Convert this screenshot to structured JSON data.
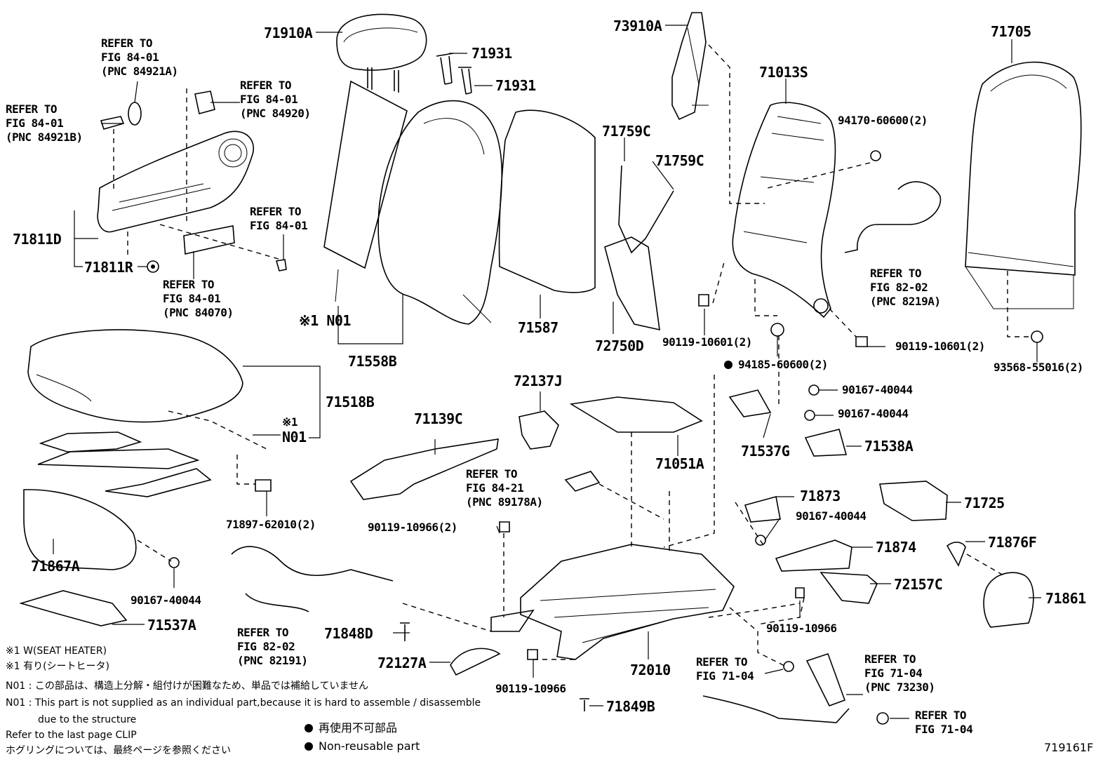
{
  "labels": {
    "p71910A": "71910A",
    "p71931a": "71931",
    "p71931b": "71931",
    "p73910A": "73910A",
    "p71705": "71705",
    "p71013S": "71013S",
    "p94170": "94170-60600(2)",
    "p71759C_a": "71759C",
    "p71759C_b": "71759C",
    "p71811D": "71811D",
    "p71811R": "71811R",
    "p71587": "71587",
    "p72750D": "72750D",
    "p71558B": "71558B",
    "n01_top": "※1 N01",
    "p90119_10601_a": "90119-10601(2)",
    "p90119_10601_b": "90119-10601(2)",
    "p94185": "94185-60600(2)",
    "p93568": "93568-55016(2)",
    "p90167_a": "90167-40044",
    "p90167_b": "90167-40044",
    "p90167_c": "90167-40044",
    "p90167_d": "90167-40044",
    "p72137J": "72137J",
    "p71518B": "71518B",
    "n01_mid_mark": "※1",
    "n01_mid": "N01",
    "p71139C": "71139C",
    "p71051A": "71051A",
    "p71537G": "71537G",
    "p71538A": "71538A",
    "p71873": "71873",
    "p71725": "71725",
    "p71897": "71897-62010(2)",
    "p90119_10966_a": "90119-10966(2)",
    "p71874": "71874",
    "p71876F": "71876F",
    "p71867A": "71867A",
    "p72157C": "72157C",
    "p71861": "71861",
    "p71537A": "71537A",
    "p71848D": "71848D",
    "p90119_10966_b": "90119-10966",
    "p72127A": "72127A",
    "p72010": "72010",
    "p90119_10966_c": "90119-10966",
    "p71849B": "71849B"
  },
  "refers": {
    "r1": "REFER TO\nFIG 84-01\n(PNC 84921A)",
    "r2": "REFER TO\nFIG 84-01\n(PNC 84920)",
    "r3": "REFER TO\nFIG 84-01\n(PNC 84921B)",
    "r4": "REFER TO\nFIG 84-01",
    "r5": "REFER TO\nFIG 84-01\n(PNC 84070)",
    "r6": "REFER TO\nFIG 82-02\n(PNC 8219A)",
    "r7": "REFER TO\nFIG 84-21\n(PNC 89178A)",
    "r8": "REFER TO\nFIG 82-02\n(PNC 82191)",
    "r9": "REFER TO\nFIG 71-04",
    "r10": "REFER TO\nFIG 71-04\n(PNC 73230)",
    "r11": "REFER TO\nFIG 71-04"
  },
  "notes": {
    "n1": "※1 W(SEAT HEATER)",
    "n2": "※1 有り(シートヒータ)",
    "n3": "N01 : この部品は、構造上分解・組付けが困難なため、単品では補給していません",
    "n4": "N01 : This part is not supplied as an individual part,because it is hard to assemble / disassemble",
    "n5": "due to the structure",
    "n6": "Refer to the last page CLIP",
    "n7": "ホグリングについては、最終ページを参照ください"
  },
  "legend": {
    "jp": "再使用不可部品",
    "en": "Non-reusable part"
  },
  "figure_id": "719161F"
}
